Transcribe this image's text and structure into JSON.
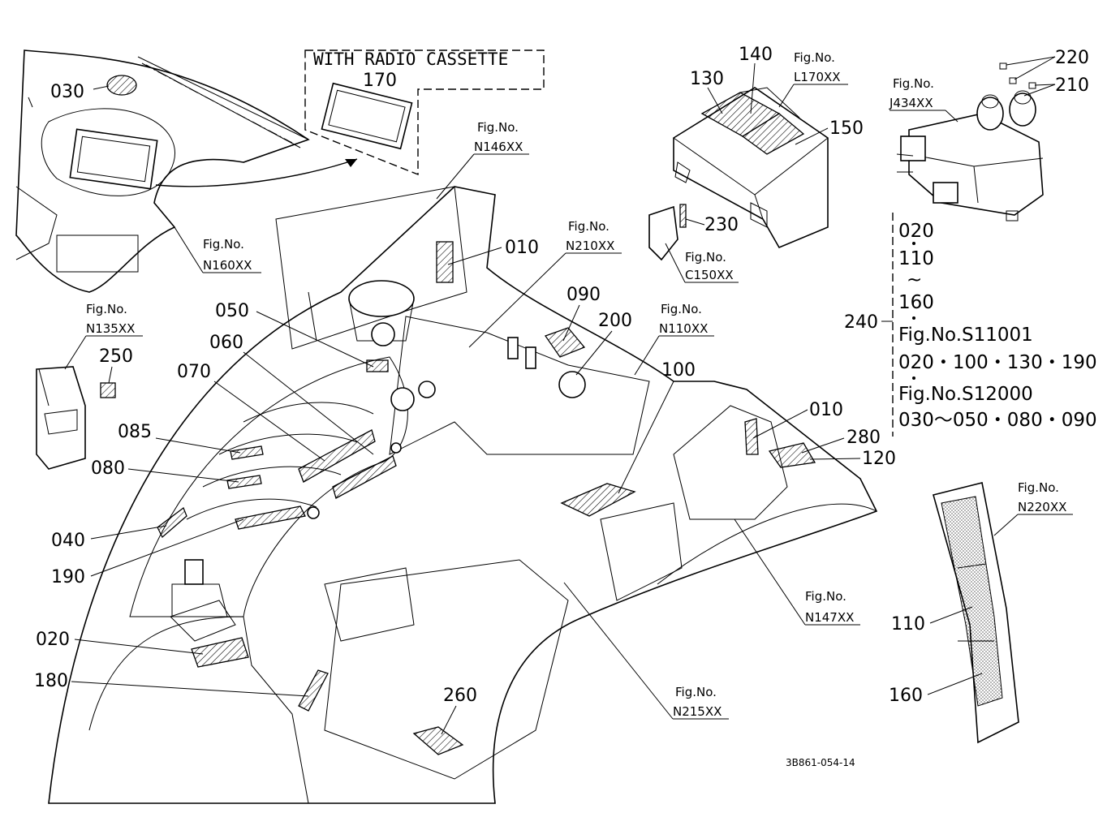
{
  "callouts": {
    "c030": "030",
    "c170": "170",
    "c140": "140",
    "c130": "130",
    "c150": "150",
    "c220": "220",
    "c210": "210",
    "c230": "230",
    "c010a": "010",
    "c010b": "010",
    "c050": "050",
    "c090": "090",
    "c200": "200",
    "c060": "060",
    "c070": "070",
    "c100": "100",
    "c280": "280",
    "c120": "120",
    "c250": "250",
    "c085": "085",
    "c080": "080",
    "c040": "040",
    "c190": "190",
    "c020": "020",
    "c180": "180",
    "c260": "260",
    "c110": "110",
    "c160": "160",
    "c240": "240"
  },
  "fig_prefix": "Fig.No.",
  "figs": {
    "L170": "L170XX",
    "J434": "J434XX",
    "N146": "N146XX",
    "N160": "N160XX",
    "N210": "N210XX",
    "C150": "C150XX",
    "N135": "N135XX",
    "N110": "N110XX",
    "N147": "N147XX",
    "N220": "N220XX",
    "N215": "N215XX"
  },
  "radio_box": "WITH  RADIO  CASSETTE",
  "group": {
    "line1": "020",
    "line2": "110",
    "line3": "~",
    "line4": "160",
    "line5": "Fig.No.S11001",
    "line6": "020・100・130・190",
    "line7": "Fig.No.S12000",
    "line8": "030～050・080・090"
  },
  "footer_code": "3B861-054-14"
}
